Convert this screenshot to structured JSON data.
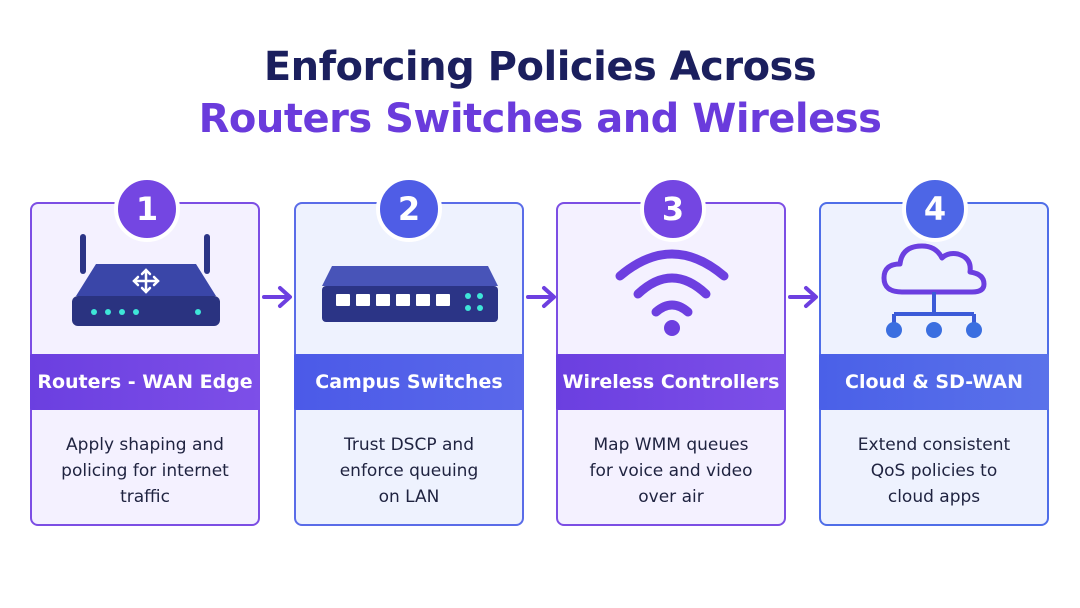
{
  "header": {
    "line1": "Enforcing Policies Across",
    "line2": "Routers Switches and Wireless"
  },
  "steps": [
    {
      "number": "1",
      "label": "Routers - WAN Edge",
      "icon": "router-icon",
      "desc": [
        "Apply shaping and",
        "policing for internet",
        "traffic"
      ]
    },
    {
      "number": "2",
      "label": "Campus Switches",
      "icon": "switch-icon",
      "desc": [
        "Trust DSCP and",
        "enforce queuing",
        "on LAN"
      ]
    },
    {
      "number": "3",
      "label": "Wireless Controllers",
      "icon": "wifi-icon",
      "desc": [
        "Map WMM queues",
        "for voice and video",
        "over air"
      ]
    },
    {
      "number": "4",
      "label": "Cloud & SD-WAN",
      "icon": "cloud-network-icon",
      "desc": [
        "Extend consistent",
        "QoS policies to",
        "cloud apps"
      ]
    }
  ],
  "colors": {
    "title_dark": "#1b1f5e",
    "title_accent": "#6a3bdc",
    "purple": "#7446e2",
    "blue": "#4f5de6",
    "device_dark": "#2f3a8f"
  }
}
